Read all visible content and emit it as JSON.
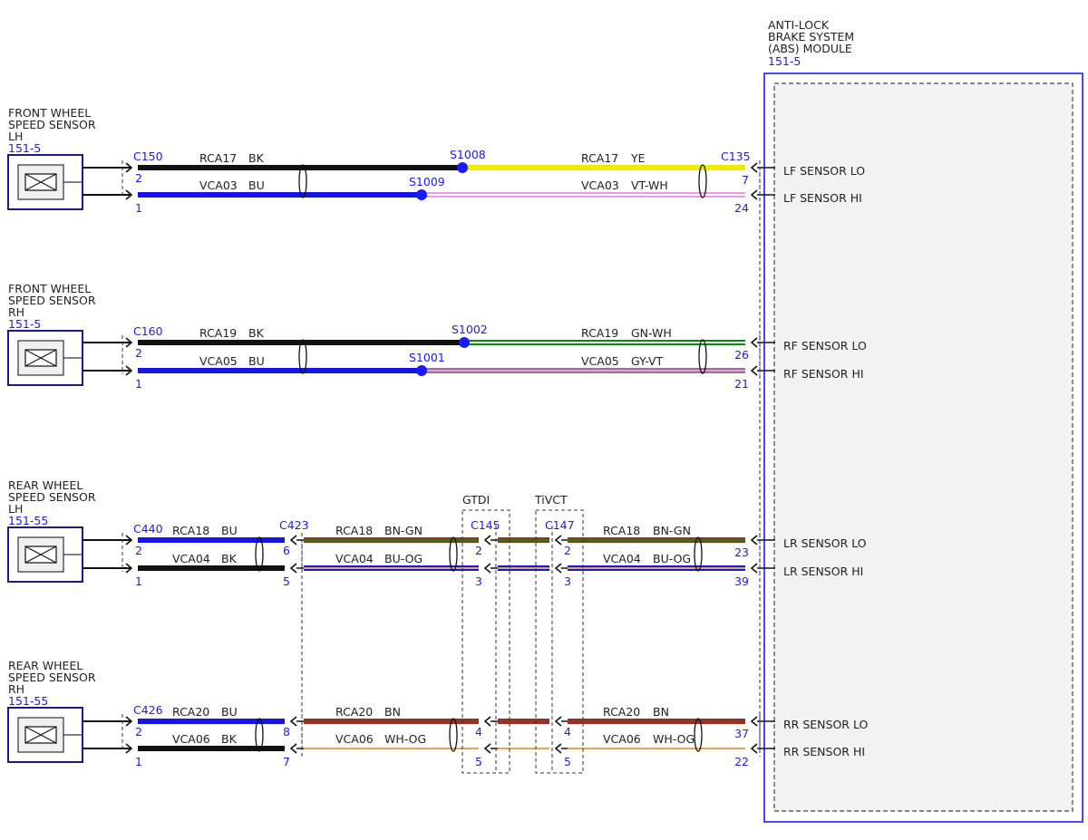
{
  "module": {
    "title_lines": [
      "ANTI-LOCK",
      "BRAKE SYSTEM",
      "(ABS) MODULE"
    ],
    "ref": "151-5"
  },
  "overlays": {
    "gtdi": "GTDI",
    "tivct": "TiVCT"
  },
  "colors": {
    "BK": "#111111",
    "BU": "#1515e6",
    "YE": "#f0ea00",
    "VT": "#e59be6",
    "GN": "#0b8a0b",
    "GY": "#8d7a8d",
    "BN": "#9c3022",
    "OG": "#e8a64a",
    "WH": "#ffffff",
    "callout": "#1a1aff",
    "text": "#222222"
  },
  "sensors": [
    {
      "lines": [
        "FRONT WHEEL",
        "SPEED SENSOR",
        "LH"
      ],
      "ref": "151-5"
    },
    {
      "lines": [
        "FRONT WHEEL",
        "SPEED SENSOR",
        "RH"
      ],
      "ref": "151-5"
    },
    {
      "lines": [
        "REAR WHEEL",
        "SPEED SENSOR",
        "LH"
      ],
      "ref": "151-55"
    },
    {
      "lines": [
        "REAR WHEEL",
        "SPEED SENSOR",
        "RH"
      ],
      "ref": "151-55"
    }
  ],
  "circuits": [
    {
      "sensor": 0,
      "sensor_connector": "C150",
      "module_connector": "C135",
      "splices": [
        "S1008",
        "S1009"
      ],
      "wires": [
        {
          "pin_sensor": "2",
          "pin_module": "7",
          "module_label": "LF SENSOR LO",
          "segments": [
            {
              "circuit": "RCA17",
              "color": "BK"
            },
            {
              "circuit": "RCA17",
              "color": "YE"
            }
          ]
        },
        {
          "pin_sensor": "1",
          "pin_module": "24",
          "module_label": "LF SENSOR HI",
          "segments": [
            {
              "circuit": "VCA03",
              "color": "BU"
            },
            {
              "circuit": "VCA03",
              "color": "VT-WH"
            }
          ]
        }
      ]
    },
    {
      "sensor": 1,
      "sensor_connector": "C160",
      "module_connector": "",
      "splices": [
        "S1002",
        "S1001"
      ],
      "wires": [
        {
          "pin_sensor": "2",
          "pin_module": "26",
          "module_label": "RF SENSOR LO",
          "segments": [
            {
              "circuit": "RCA19",
              "color": "BK"
            },
            {
              "circuit": "RCA19",
              "color": "GN-WH"
            }
          ]
        },
        {
          "pin_sensor": "1",
          "pin_module": "21",
          "module_label": "RF SENSOR HI",
          "segments": [
            {
              "circuit": "VCA05",
              "color": "BU"
            },
            {
              "circuit": "VCA05",
              "color": "GY-VT"
            }
          ]
        }
      ]
    },
    {
      "sensor": 2,
      "sensor_connector": "C440",
      "inline_connector": "C423",
      "module_connector": "",
      "gtdi_connector": "C145",
      "tivct_connector": "C147",
      "wires": [
        {
          "pin_sensor": "2",
          "pin_inline": "6",
          "pin_gtdi": "2",
          "pin_tivct": "2",
          "pin_module": "23",
          "module_label": "LR SENSOR LO",
          "segments": [
            {
              "circuit": "RCA18",
              "color": "BU"
            },
            {
              "circuit": "RCA18",
              "color": "BN-GN"
            },
            {
              "circuit": "RCA18",
              "color": "BN-GN"
            }
          ]
        },
        {
          "pin_sensor": "1",
          "pin_inline": "5",
          "pin_gtdi": "3",
          "pin_tivct": "3",
          "pin_module": "39",
          "module_label": "LR SENSOR HI",
          "segments": [
            {
              "circuit": "VCA04",
              "color": "BK"
            },
            {
              "circuit": "VCA04",
              "color": "BU-OG"
            },
            {
              "circuit": "VCA04",
              "color": "BU-OG"
            }
          ]
        }
      ]
    },
    {
      "sensor": 3,
      "sensor_connector": "C426",
      "module_connector": "",
      "wires": [
        {
          "pin_sensor": "2",
          "pin_inline": "8",
          "pin_gtdi": "4",
          "pin_tivct": "4",
          "pin_module": "37",
          "module_label": "RR SENSOR LO",
          "segments": [
            {
              "circuit": "RCA20",
              "color": "BU"
            },
            {
              "circuit": "RCA20",
              "color": "BN"
            },
            {
              "circuit": "RCA20",
              "color": "BN"
            }
          ]
        },
        {
          "pin_sensor": "1",
          "pin_inline": "7",
          "pin_gtdi": "5",
          "pin_tivct": "5",
          "pin_module": "22",
          "module_label": "RR SENSOR HI",
          "segments": [
            {
              "circuit": "VCA06",
              "color": "BK"
            },
            {
              "circuit": "VCA06",
              "color": "WH-OG"
            },
            {
              "circuit": "VCA06",
              "color": "WH-OG"
            }
          ]
        }
      ]
    }
  ]
}
